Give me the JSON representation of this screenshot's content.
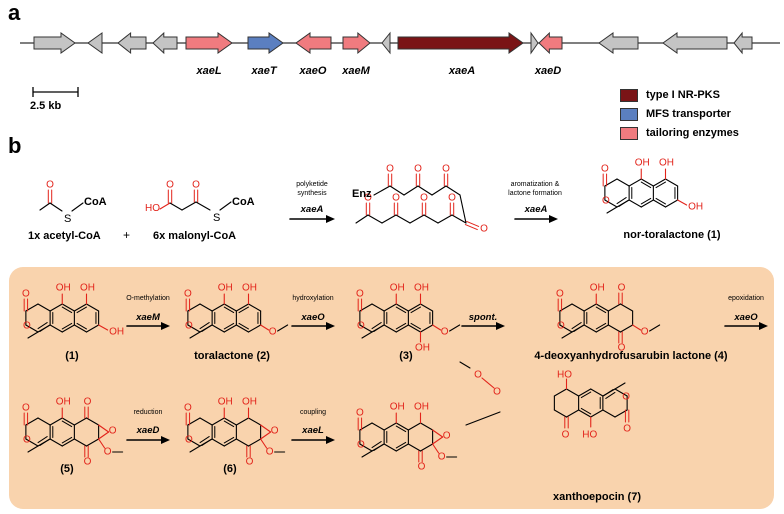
{
  "panel_a": {
    "letter": "a",
    "gene_labels": [
      "xaeL",
      "xaeT",
      "xaeO",
      "xaeM",
      "xaeA",
      "xaeD"
    ],
    "scale_label": "2.5 kb",
    "legend": [
      {
        "label": "type I NR-PKS",
        "color": "#7a1416"
      },
      {
        "label": "MFS transporter",
        "color": "#5b7fc0"
      },
      {
        "label": "tailoring enzymes",
        "color": "#f07b7f"
      }
    ],
    "gene_colors": {
      "grey": "#c4c4c4",
      "red": "#f07b7f",
      "blue": "#5b7fc0",
      "dark": "#7a1416"
    }
  },
  "panel_b": {
    "letter": "b",
    "top_row": {
      "reagent1": "1x acetyl-CoA",
      "plus": "+",
      "reagent2": "6x malonyl-CoA",
      "coa": "CoA",
      "s_atom": "S",
      "ho": "HO",
      "step1_text": "polyketide\nsynthesis",
      "step1_enzyme": "xaeA",
      "enz_label": "Enz",
      "step2_text": "aromatization &\nlactone formation",
      "step2_enzyme": "xaeA",
      "product": "nor-toralactone (1)"
    },
    "row1": {
      "start": "(1)",
      "step1_text": "O-methylation",
      "step1_enzyme": "xaeM",
      "cmp2": "toralactone (2)",
      "step2_text": "hydroxylation",
      "step2_enzyme": "xaeO",
      "cmp3": "(3)",
      "step3_enzyme": "spont.",
      "cmp4": "4-deoxyanhydrofusarubin lactone (4)",
      "step4_text": "epoxidation",
      "step4_enzyme": "xaeO"
    },
    "row2": {
      "cmp5": "(5)",
      "step1_text": "reduction",
      "step1_enzyme": "xaeD",
      "cmp6": "(6)",
      "step2_text": "coupling",
      "step2_enzyme": "xaeL",
      "cmp7": "xanthoepocin (7)"
    },
    "atom_o": "O",
    "atom_oh": "OH",
    "atom_ho": "HO",
    "oxygen_color": "#e2231a",
    "highlight_bg": "#f9d3ad"
  }
}
